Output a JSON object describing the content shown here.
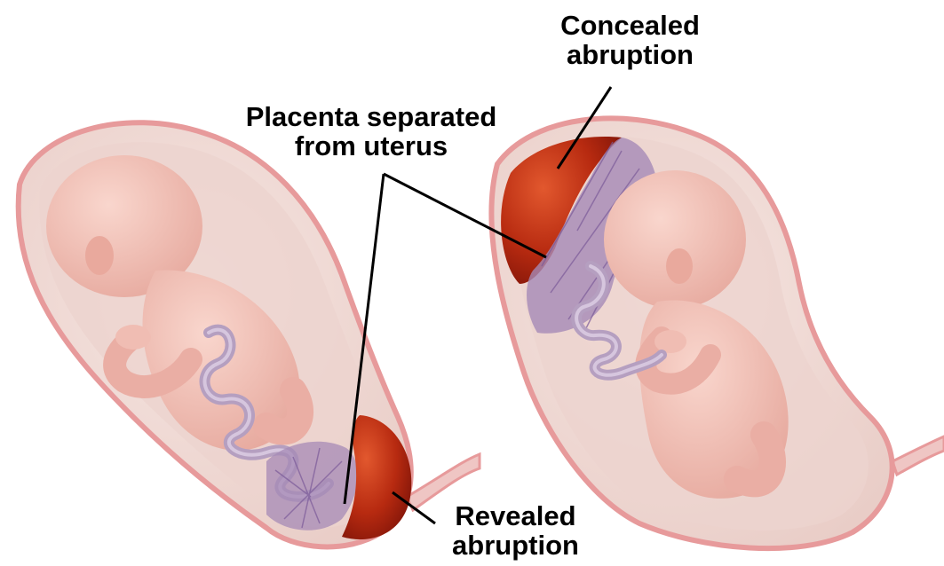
{
  "labels": {
    "concealed": {
      "line1": "Concealed",
      "line2": "abruption"
    },
    "placenta": {
      "line1": "Placenta separated",
      "line2": "from uterus"
    },
    "revealed": {
      "line1": "Revealed",
      "line2": "abruption"
    }
  },
  "colors": {
    "uterus_wall": "#e79a9b",
    "uterus_fill": "#f2dcd9",
    "fetus_skin": "#f0bdb3",
    "cord": "#b59fc0",
    "blood": "#b72a10",
    "leader_line": "#000000"
  }
}
